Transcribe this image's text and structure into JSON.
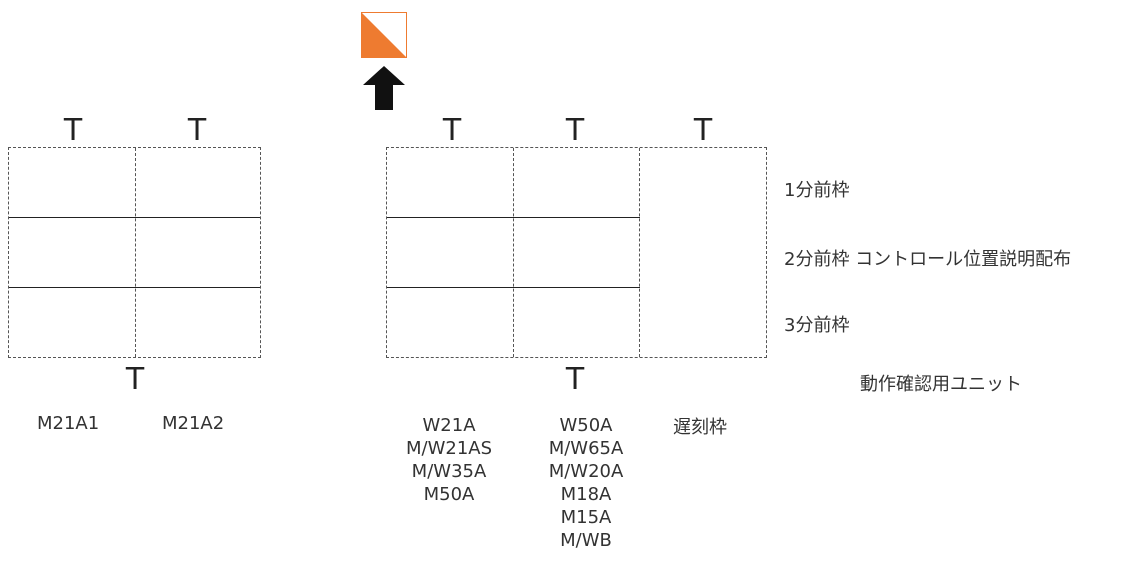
{
  "start_marker": {
    "colors": {
      "orange": "#ee7b30",
      "white": "#ffffff"
    },
    "icon": "orienteering-control-flag"
  },
  "arrow": {
    "icon": "up-arrow",
    "color": "#111111"
  },
  "t_mark": "T",
  "rows": [
    "1分前枠",
    "2分前枠 コントロール位置説明配布",
    "3分前枠"
  ],
  "unit_label": "動作確認用ユニット",
  "left_courses": [
    "M21A1",
    "M21A2"
  ],
  "right_col1": [
    "W21A",
    "M/W21AS",
    "M/W35A",
    "M50A"
  ],
  "right_col2": [
    "W50A",
    "M/W65A",
    "M/W20A",
    "M18A",
    "M15A",
    "M/WB"
  ],
  "late_label": "遅刻枠"
}
